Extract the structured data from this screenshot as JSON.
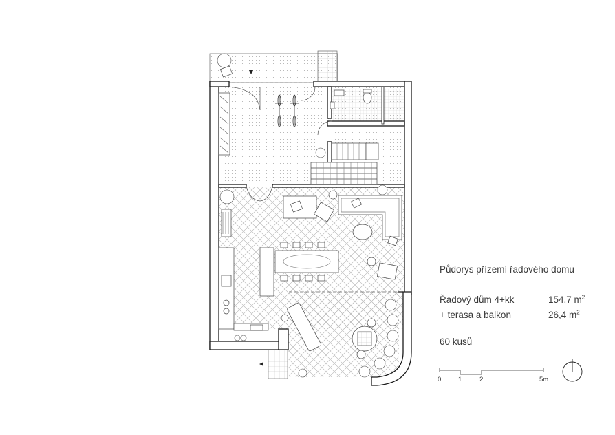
{
  "info": {
    "title": "Půdorys přízemí řadového domu",
    "rows": [
      {
        "label": "Řadový dům 4+kk",
        "value": "154,7 m",
        "unit_sup": "2"
      },
      {
        "label": "+ terasa a balkon",
        "value": "26,4 m",
        "unit_sup": "2"
      }
    ],
    "count": "60 kusů"
  },
  "scale_bar": {
    "labels": [
      "0",
      "1",
      "2",
      "5m"
    ]
  },
  "colors": {
    "wall": "#1a1a1a",
    "line": "#555555",
    "pattern": "#9a9a9a",
    "text": "#3a3a3a"
  }
}
